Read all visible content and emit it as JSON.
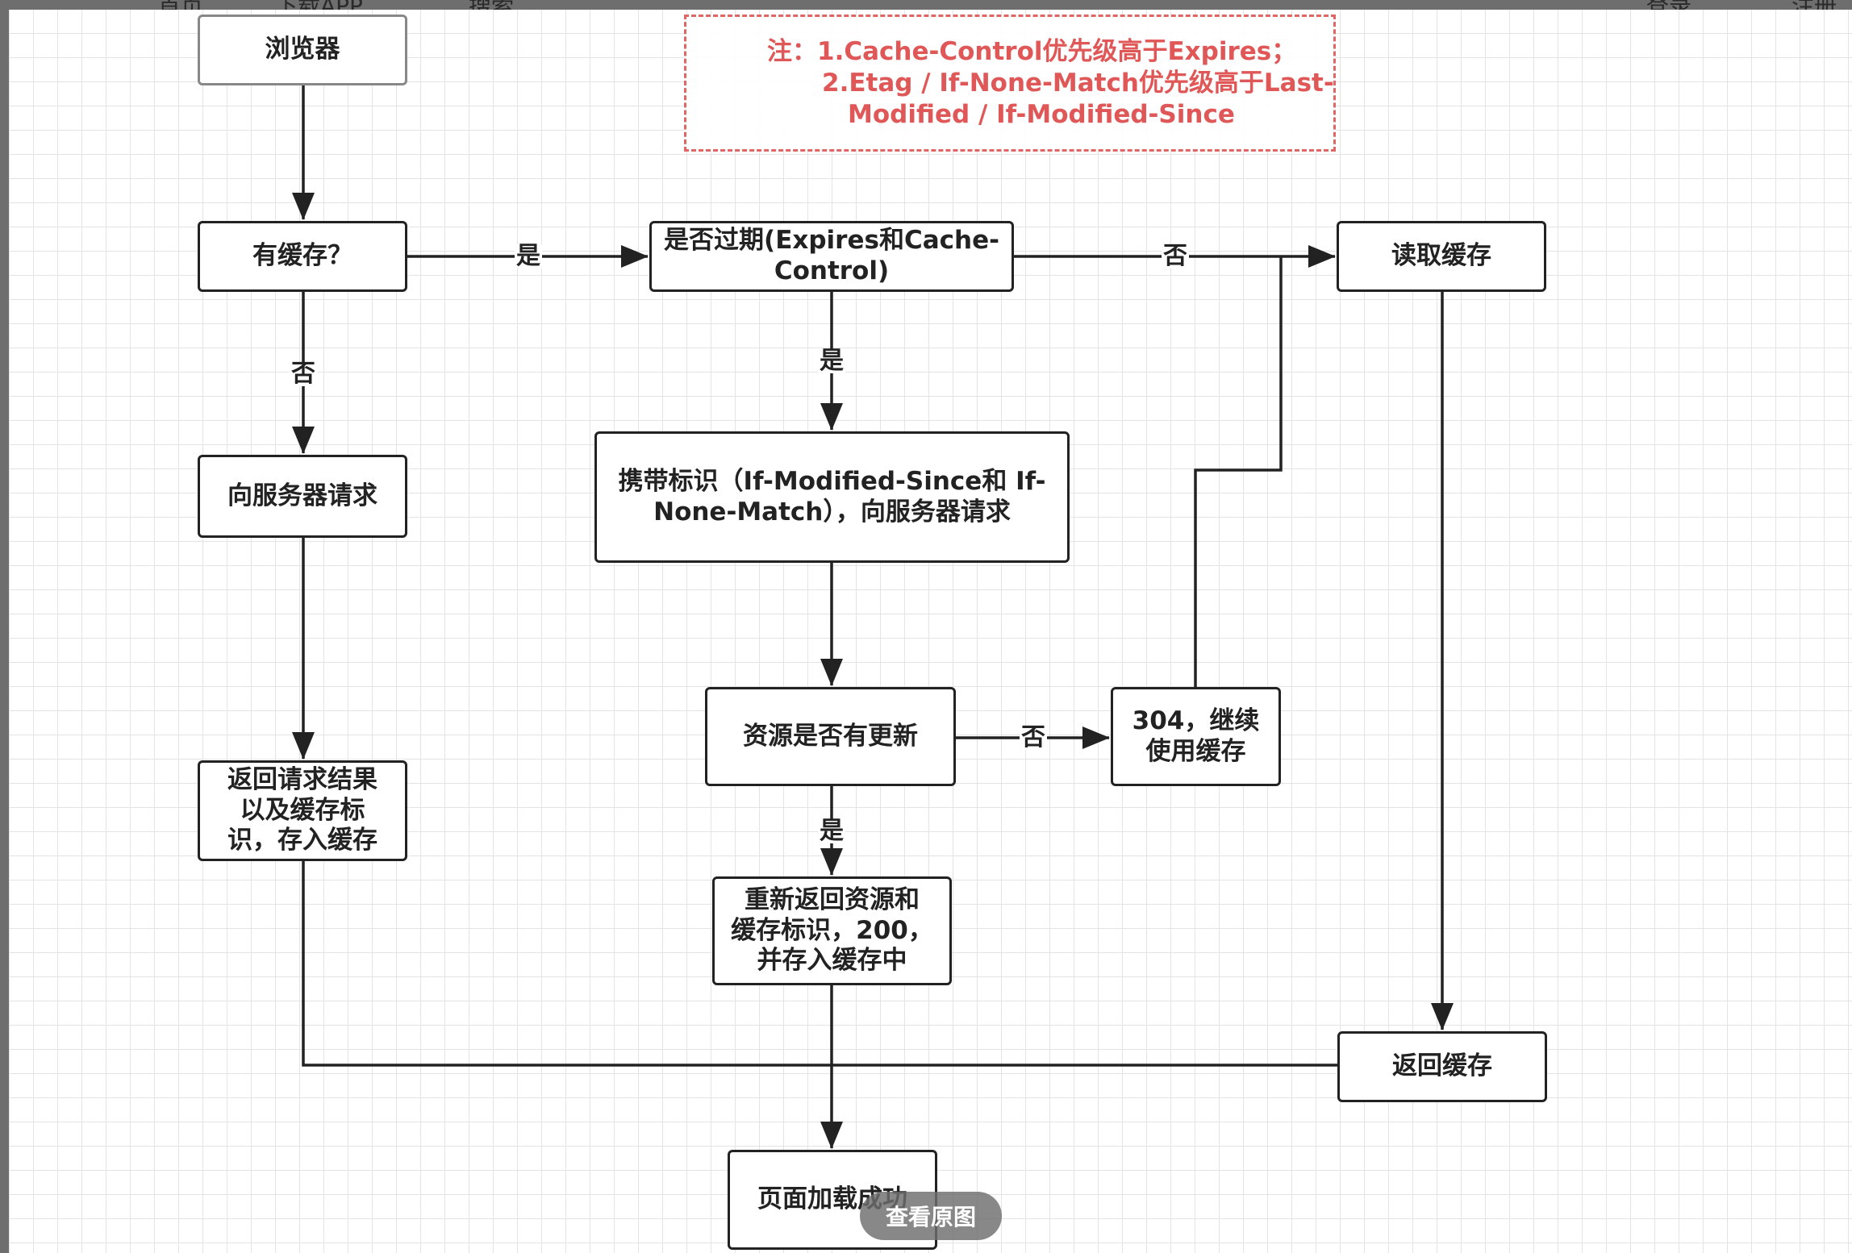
{
  "browser_header": {
    "items": [
      "首页",
      "下载APP",
      "搜索",
      "登录",
      "注册"
    ]
  },
  "note": {
    "line1": "注：1.Cache-Control优先级高于Expires；",
    "line2": "2.Etag / If-None-Match优先级高于Last-",
    "line3": "Modified / If-Modified-Since"
  },
  "nodes": {
    "browser": "浏览器",
    "has_cache": "有缓存？",
    "expired_line1": "是否过期(Expires和Cache-",
    "expired_line2": "Control)",
    "read_cache": "读取缓存",
    "request_server": "向服务器请求",
    "carry_tag_line1": "携带标识（If-Modified-Since和 If-",
    "carry_tag_line2": "None-Match），向服务器请求",
    "return_result_line1": "返回请求结果",
    "return_result_line2": "以及缓存标",
    "return_result_line3": "识，存入缓存",
    "resource_updated": "资源是否有更新",
    "not_modified_line1": "304，继续",
    "not_modified_line2": "使用缓存",
    "reissue_line1": "重新返回资源和",
    "reissue_line2": "缓存标识，200，",
    "reissue_line3": "并存入缓存中",
    "return_cache": "返回缓存",
    "page_loaded": "页面加载成功"
  },
  "edge_labels": {
    "yes_cache": "是",
    "no_cache": "否",
    "not_expired": "否",
    "expired": "是",
    "not_updated": "否",
    "updated": "是"
  },
  "overlay": {
    "view_original": "查看原图"
  }
}
